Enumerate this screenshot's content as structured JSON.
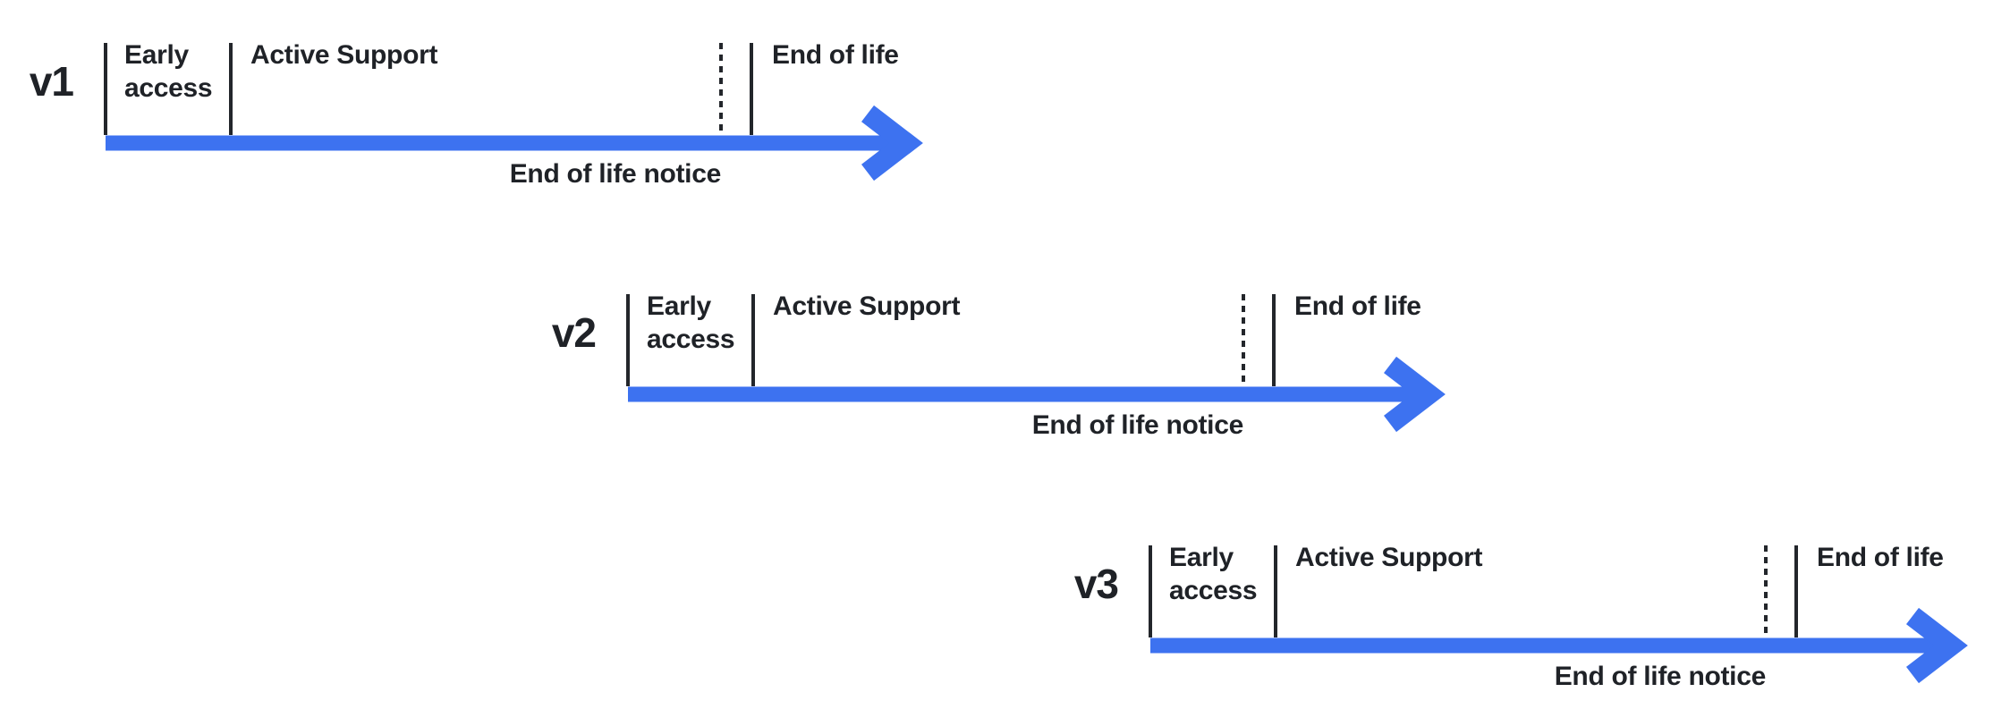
{
  "figure": {
    "background": "#ffffff",
    "accent_blue": "#3d72f0",
    "line_color": "#23262b",
    "text_color": "#1f2227"
  },
  "timelines": [
    {
      "version": "v1",
      "early_access_label": "Early access",
      "active_support_label": "Active Support",
      "end_of_life_label": "End of life",
      "end_of_life_notice_label": "End of life notice"
    },
    {
      "version": "v2",
      "early_access_label": "Early access",
      "active_support_label": "Active Support",
      "end_of_life_label": "End of life",
      "end_of_life_notice_label": "End of life notice"
    },
    {
      "version": "v3",
      "early_access_label": "Early access",
      "active_support_label": "Active Support",
      "end_of_life_label": "End of life",
      "end_of_life_notice_label": "End of life notice"
    }
  ]
}
